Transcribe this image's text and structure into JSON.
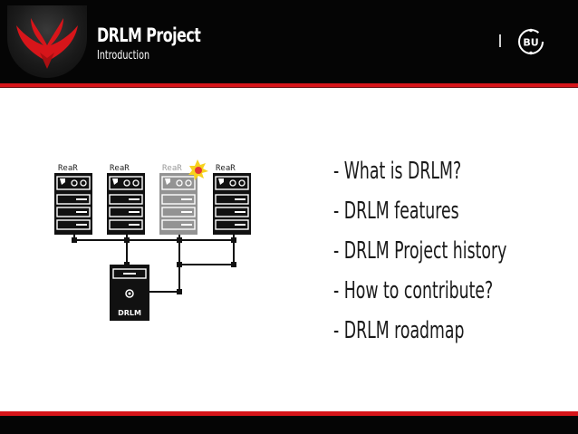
{
  "header": {
    "title": "DRLM Project",
    "subtitle": "Introduction",
    "badge_text": "BU",
    "logo_icon": "drlm-winged-logo-icon"
  },
  "diagram": {
    "client_label": "ReaR",
    "clients": 4,
    "highlighted_client_status": "warning",
    "server_label": "DRLM"
  },
  "agenda": {
    "items": [
      "- What is DRLM?",
      "- DRLM features",
      "- DRLM Project history",
      "- How to contribute?",
      "- DRLM roadmap"
    ]
  },
  "colors": {
    "brand_red": "#d7151a",
    "header_black": "#050505",
    "warning_red": "#e53935",
    "warning_yellow": "#f7d21d"
  }
}
